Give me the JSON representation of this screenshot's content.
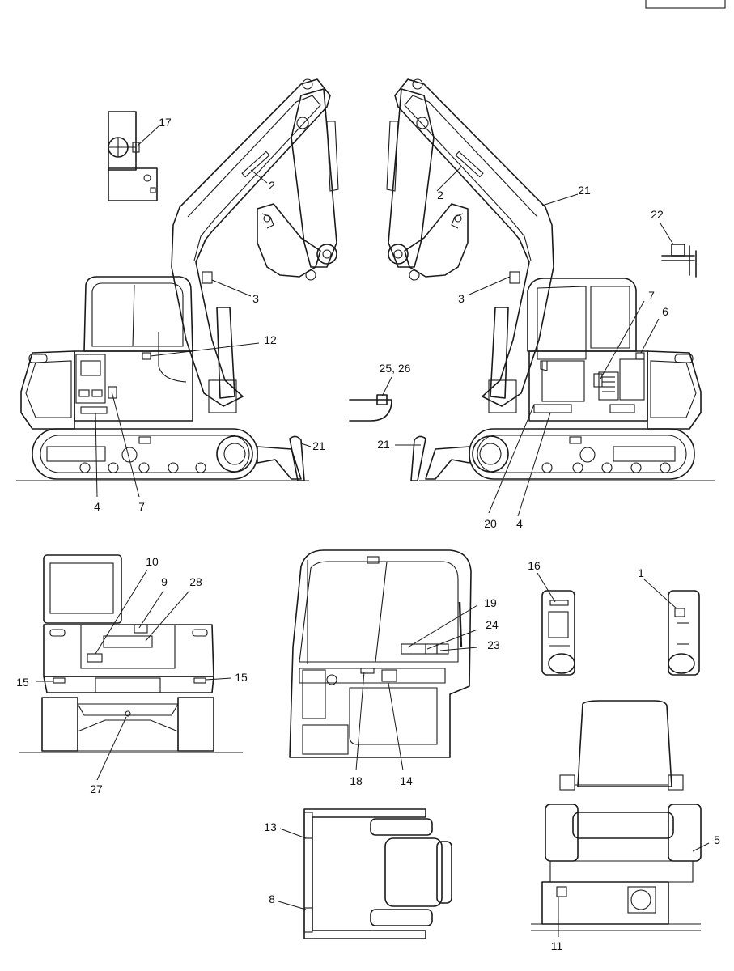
{
  "header": {
    "page_code": ""
  },
  "callouts": {
    "c1": "1",
    "c2a": "2",
    "c2b": "2",
    "c3a": "3",
    "c3b": "3",
    "c4a": "4",
    "c4b": "4",
    "c5": "5",
    "c6": "6",
    "c7a": "7",
    "c7b": "7",
    "c8": "8",
    "c9": "9",
    "c10": "10",
    "c11": "11",
    "c12": "12",
    "c13": "13",
    "c14": "14",
    "c15a": "15",
    "c15b": "15",
    "c16": "16",
    "c17": "17",
    "c18": "18",
    "c19": "19",
    "c20": "20",
    "c21a": "21",
    "c21b": "21",
    "c21c": "21",
    "c22": "22",
    "c23": "23",
    "c24": "24",
    "c2526": "25, 26",
    "c27": "27",
    "c28": "28"
  },
  "icons": {
    "excavator_left": "excavator-side-view",
    "excavator_right": "excavator-side-view",
    "rear": "excavator-rear-view",
    "cab": "cab-interior-view",
    "seat": "operator-seat-view"
  }
}
